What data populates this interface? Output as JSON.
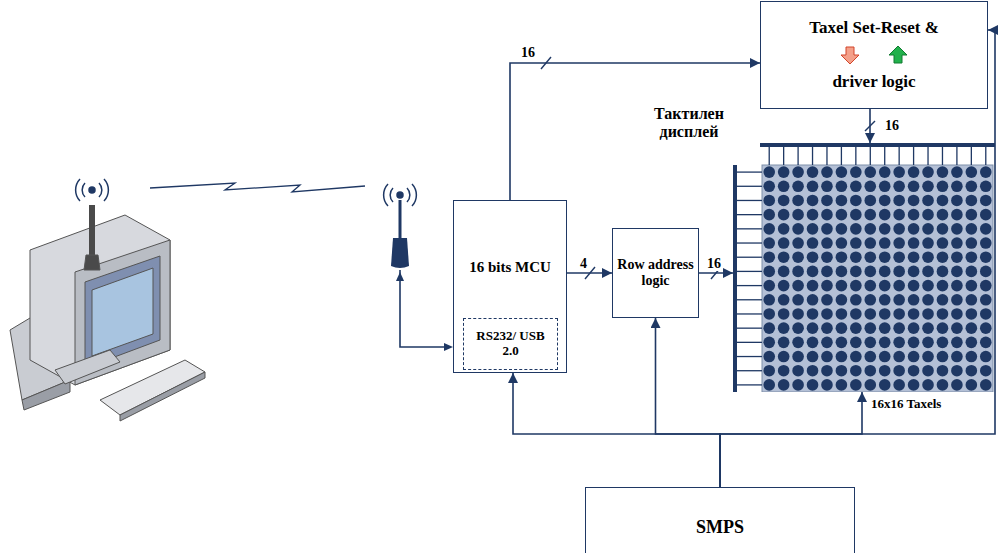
{
  "diagram": {
    "nodes": [
      {
        "text": [
          "Taxel Set-Reset &",
          "driver logic"
        ]
      },
      {
        "text": [
          "16 bits MCU"
        ]
      },
      {
        "text": [
          "RS232/ USB 2.0"
        ],
        "in": 1
      },
      {
        "text": [
          "Row address logic"
        ]
      },
      {
        "text": [
          "Тактилен дисплей",
          "16x16 Taxels"
        ]
      },
      {
        "text": [
          "SMPS"
        ]
      }
    ],
    "edges": [
      {
        "from": 1,
        "to": 0,
        "arrow": "to",
        "label": "16"
      },
      {
        "from": 1,
        "to": 3,
        "arrow": "to",
        "label": "4"
      },
      {
        "from": 3,
        "to": 4,
        "arrow": "to",
        "label": "16"
      },
      {
        "from": 0,
        "to": 4,
        "arrow": "to",
        "label": "16"
      },
      {
        "from": 5,
        "to": 1,
        "arrow": "to"
      },
      {
        "from": 5,
        "to": 3,
        "arrow": "to"
      },
      {
        "from": 5,
        "to": 4,
        "arrow": "to"
      },
      {
        "from": 5,
        "to": 0,
        "arrow": "to"
      }
    ]
  }
}
